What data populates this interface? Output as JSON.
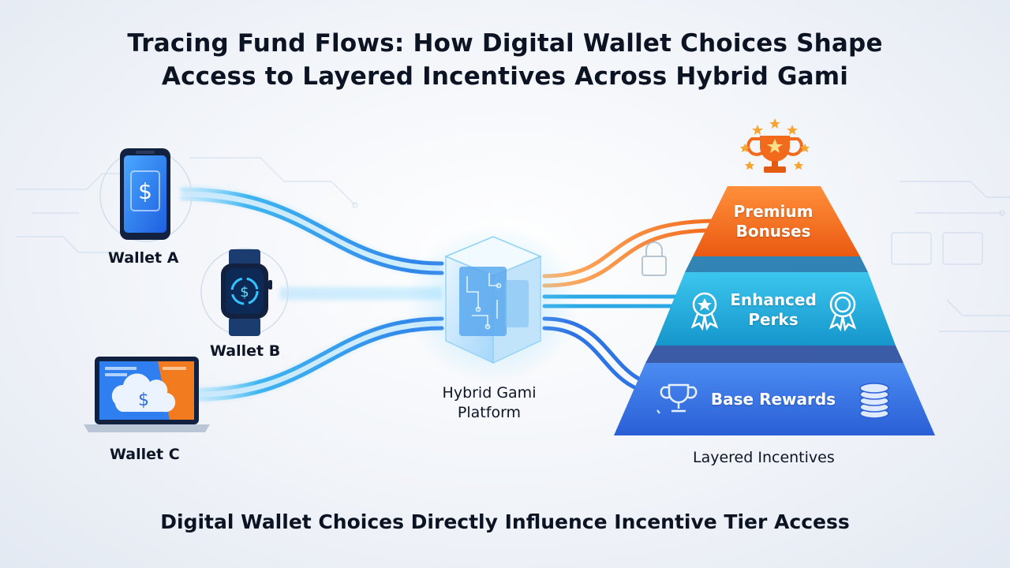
{
  "title": {
    "line1": "Tracing Fund Flows: How Digital Wallet Choices Shape",
    "line2": "Access to Layered Incentives Across Hybrid Gami"
  },
  "wallets": [
    {
      "label": "Wallet A",
      "device": "smartphone-icon",
      "symbol": "$"
    },
    {
      "label": "Wallet B",
      "device": "smartwatch-icon",
      "symbol": "$"
    },
    {
      "label": "Wallet C",
      "device": "laptop-icon",
      "symbol": "$"
    }
  ],
  "platform": {
    "label_line1": "Hybrid Gami",
    "label_line2": "Platform",
    "icon": "circuit-cube-icon"
  },
  "tiers": [
    {
      "line1": "Premium",
      "line2": "Bonuses",
      "color": "#f26a1b",
      "icon": "trophy-icon"
    },
    {
      "line1": "Enhanced",
      "line2": "Perks",
      "color": "#1aa8d8",
      "icon": "badge-icon"
    },
    {
      "line1": "Base Rewards",
      "line2": "",
      "color": "#2f6fe0",
      "icon": "coin-stack-icon"
    }
  ],
  "pyramid_label": "Layered Incentives",
  "footer": "Digital Wallet Choices Directly Influence Incentive Tier Access",
  "colors": {
    "orange": "#f26a1b",
    "cyan": "#1aa8d8",
    "blue": "#2f6fe0",
    "flow_light": "#4fc3f7",
    "text": "#0c1424"
  }
}
